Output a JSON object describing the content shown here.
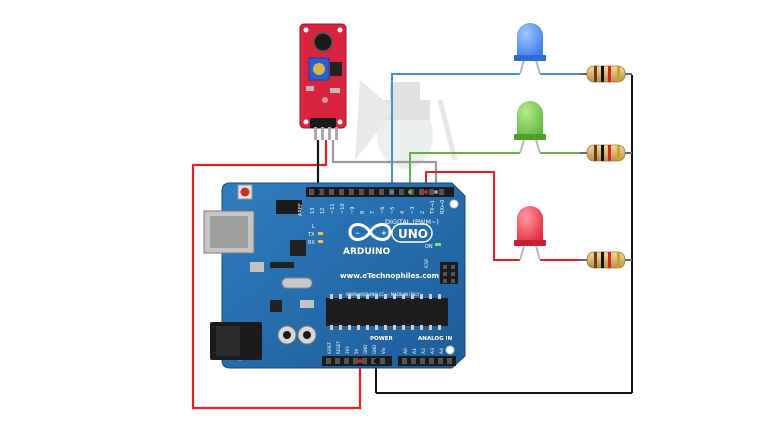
{
  "board": {
    "brand": "ARDUINO",
    "model": "UNO",
    "website": "www.eTechnophiles.com",
    "made_in": "WWW.ARDUINO.CC — MADE IN ITALY",
    "digital_label": "DIGITAL (PWM~)",
    "analog_label": "ANALOG IN",
    "power_label": "POWER",
    "aref": "AREF",
    "gnd": "GND",
    "reset": "RESET",
    "icsp": "ICSP",
    "tx": "TX",
    "rx": "RX",
    "l": "L",
    "on": "ON",
    "digital_pins": [
      "13",
      "12",
      "~11",
      "~10",
      "~9",
      "8",
      "7",
      "~6",
      "~5",
      "4",
      "~3",
      "2",
      "TX→1",
      "RX←0"
    ],
    "analog_pins": [
      "A0",
      "A1",
      "A2",
      "A3",
      "A4",
      "A5"
    ],
    "power_pins": [
      "IOREF",
      "RESET",
      "3V3",
      "5V",
      "GND",
      "GND",
      "Vin"
    ]
  },
  "components": {
    "sensor": {
      "name": "sound-sensor-module"
    },
    "leds": [
      {
        "name": "blue-led",
        "color": "#3c7de6"
      },
      {
        "name": "green-led",
        "color": "#5fb83a"
      },
      {
        "name": "red-led",
        "color": "#e5273a"
      }
    ]
  },
  "wire_colors": {
    "red": "#dd1f26",
    "black": "#151515",
    "blue": "#4a8fd6",
    "green": "#5eb34a",
    "gray": "#9a9a9a"
  }
}
